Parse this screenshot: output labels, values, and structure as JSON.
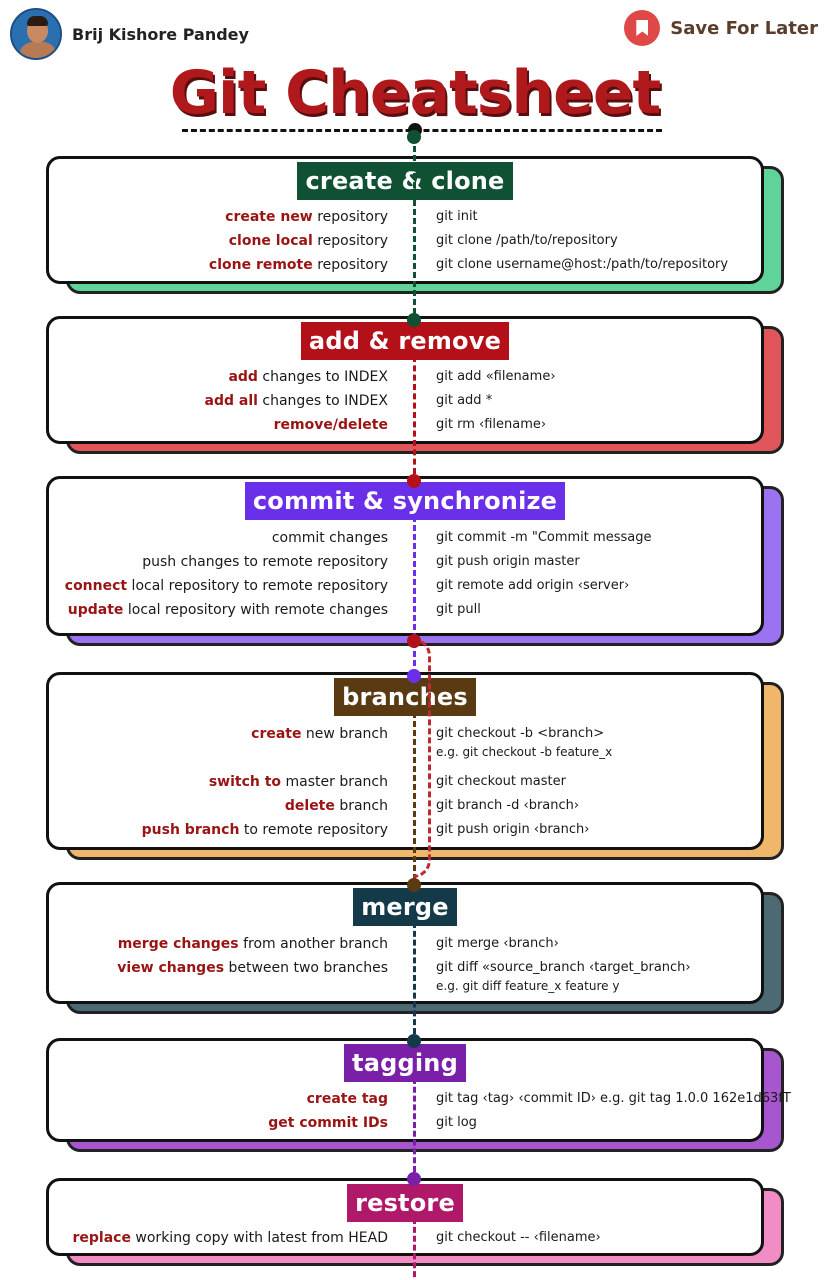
{
  "author": {
    "name": "Brij Kishore Pandey"
  },
  "save": {
    "label": "Save For Later",
    "icon": "bookmark-icon",
    "color": "#e04848"
  },
  "title": "Git Cheatsheet",
  "sections": [
    {
      "key": "create-clone",
      "title": "create & clone",
      "color": "#0f5132",
      "shadow": "#5fd39a",
      "rows": [
        {
          "hl": "create new",
          "rest": " repository",
          "cmd": "git init"
        },
        {
          "hl": "clone local",
          "rest": " repository",
          "cmd": "git clone /path/to/repository"
        },
        {
          "hl": "clone remote",
          "rest": " repository",
          "cmd": "git clone username@host:/path/to/repository"
        }
      ]
    },
    {
      "key": "add-remove",
      "title": "add & remove",
      "color": "#b3101a",
      "shadow": "#e0565b",
      "rows": [
        {
          "hl": "add",
          "rest": " changes to INDEX",
          "cmd": "git add «filename›"
        },
        {
          "hl": "add all",
          "rest": " changes to INDEX",
          "cmd": "git add *"
        },
        {
          "hl": "remove/delete",
          "rest": "",
          "cmd": "git rm ‹filename›"
        }
      ]
    },
    {
      "key": "commit-sync",
      "title": "commit & synchronize",
      "color": "#6a2fe8",
      "shadow": "#9a72f2",
      "rows": [
        {
          "hl": "",
          "rest": "commit changes",
          "cmd": "git commit -m \"Commit message"
        },
        {
          "hl": "",
          "rest": "push changes to remote repository",
          "cmd": "git push origin master"
        },
        {
          "hl": "connect",
          "rest": " local repository to remote repository",
          "cmd": "git remote add origin ‹server›"
        },
        {
          "hl": "update",
          "rest": " local repository with remote changes",
          "cmd": "git pull"
        }
      ]
    },
    {
      "key": "branches",
      "title": "branches",
      "color": "#5a3a12",
      "shadow": "#f0b76a",
      "rows": [
        {
          "hl": "create",
          "rest": " new branch",
          "cmd": "git checkout -b <branch>",
          "cmd2": "e.g. git checkout -b feature_x"
        },
        {
          "hl": "switch to",
          "rest": " master branch",
          "cmd": "git checkout master"
        },
        {
          "hl": "delete",
          "rest": " branch",
          "cmd": "git branch -d ‹branch›"
        },
        {
          "hl": "push branch",
          "rest": " to remote repository",
          "cmd": "git push origin ‹branch›"
        }
      ]
    },
    {
      "key": "merge",
      "title": "merge",
      "color": "#143a4a",
      "shadow": "#4d6a74",
      "rows": [
        {
          "hl": "merge changes",
          "rest": " from another branch",
          "cmd": "git merge ‹branch›"
        },
        {
          "hl": "view changes",
          "rest": " between two branches",
          "cmd": "git diff «source_branch ‹target_branch›",
          "cmd2": "e.g. git diff feature_x feature y"
        }
      ]
    },
    {
      "key": "tagging",
      "title": "tagging",
      "color": "#7a1fa8",
      "shadow": "#a856cf",
      "rows": [
        {
          "hl": "create tag",
          "rest": "",
          "cmd": "git tag ‹tag› ‹commit ID› e.g. git tag 1.0.0 162e1d63fT"
        },
        {
          "hl": "get commit IDs",
          "rest": "",
          "cmd": "git log"
        }
      ]
    },
    {
      "key": "restore",
      "title": "restore",
      "color": "#b0186a",
      "shadow": "#f28cc4",
      "rows": [
        {
          "hl": "replace",
          "rest": " working copy with latest from HEAD",
          "cmd": "git checkout -- ‹filename›"
        }
      ]
    }
  ]
}
